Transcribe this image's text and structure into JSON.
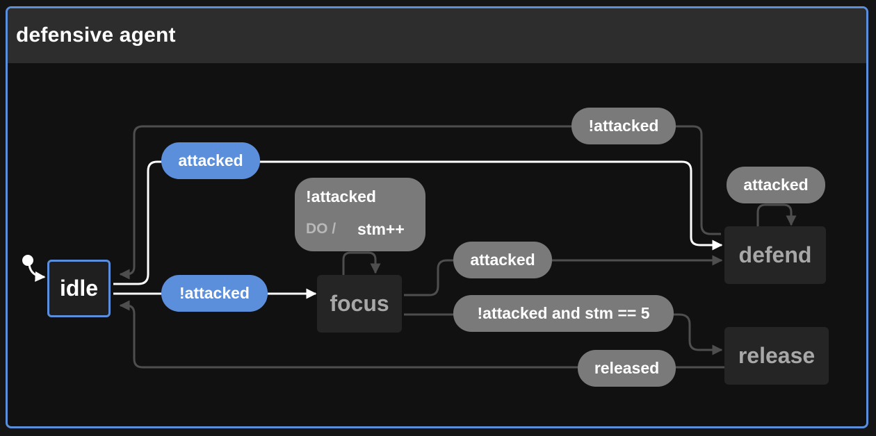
{
  "machine": {
    "title": "defensive agent",
    "accent_color": "#5b8fdc",
    "inactive_label_color": "#7a7a7a"
  },
  "states": {
    "idle": {
      "label": "idle",
      "active": true
    },
    "focus": {
      "label": "focus",
      "active": false
    },
    "defend": {
      "label": "defend",
      "active": false
    },
    "release": {
      "label": "release",
      "active": false
    }
  },
  "transitions": {
    "defend_to_idle": {
      "event": "!attacked",
      "active": false
    },
    "idle_to_defend": {
      "event": "attacked",
      "active": true
    },
    "defend_self": {
      "event": "attacked",
      "active": false
    },
    "idle_to_focus": {
      "event": "!attacked",
      "active": true
    },
    "focus_self": {
      "event": "!attacked",
      "action_prefix": "DO /",
      "action": "stm++",
      "active": false
    },
    "focus_to_defend": {
      "event": "attacked",
      "active": false
    },
    "focus_to_release": {
      "event": "!attacked and stm == 5",
      "active": false
    },
    "release_to_idle": {
      "event": "released",
      "active": false
    }
  }
}
